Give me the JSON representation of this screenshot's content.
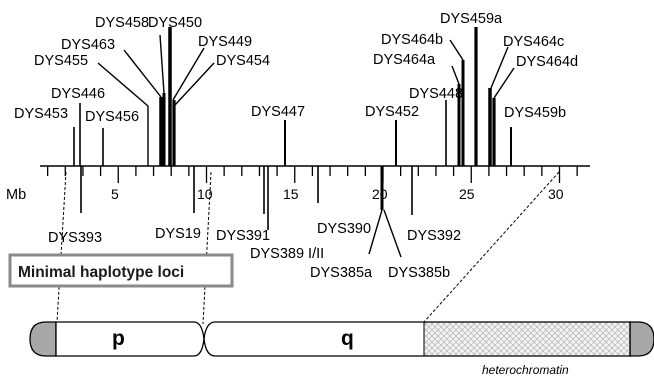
{
  "unit_label": "Mb",
  "scale_ticks": [
    "5",
    "10",
    "15",
    "20",
    "25",
    "30"
  ],
  "upper_loci": [
    {
      "name": "DYS453",
      "position": 2.9
    },
    {
      "name": "DYS446",
      "position": 3.5
    },
    {
      "name": "DYS456",
      "position": 4.3
    },
    {
      "name": "DYS455",
      "position": 6.8
    },
    {
      "name": "DYS463",
      "position": 7.3
    },
    {
      "name": "DYS458",
      "position": 7.6
    },
    {
      "name": "DYS450",
      "position": 7.8
    },
    {
      "name": "DYS449",
      "position": 8.1
    },
    {
      "name": "DYS454",
      "position": 8.2
    },
    {
      "name": "DYS447",
      "position": 14.4
    },
    {
      "name": "DYS452",
      "position": 20.8
    },
    {
      "name": "DYS448",
      "position": 23.6
    },
    {
      "name": "DYS464a",
      "position": 24.3
    },
    {
      "name": "DYS464b",
      "position": 24.5
    },
    {
      "name": "DYS459a",
      "position": 25.6
    },
    {
      "name": "DYS464c",
      "position": 25.9
    },
    {
      "name": "DYS464d",
      "position": 26.1
    },
    {
      "name": "DYS459b",
      "position": 27.1
    }
  ],
  "lower_loci": [
    {
      "name": "DYS393",
      "position": 3.4
    },
    {
      "name": "DYS19",
      "position": 9.6
    },
    {
      "name": "DYS391",
      "position": 13.8
    },
    {
      "name": "DYS389 I/II",
      "position": 14.1
    },
    {
      "name": "DYS390",
      "position": 16.5
    },
    {
      "name": "DYS385a",
      "position": 20.0
    },
    {
      "name": "DYS385b",
      "position": 20.2
    },
    {
      "name": "DYS392",
      "position": 21.7
    }
  ],
  "legend_box": "Minimal haplotype loci",
  "chromosome": {
    "p_label": "p",
    "q_label": "q",
    "heterochromatin_label": "heterochromatin"
  }
}
